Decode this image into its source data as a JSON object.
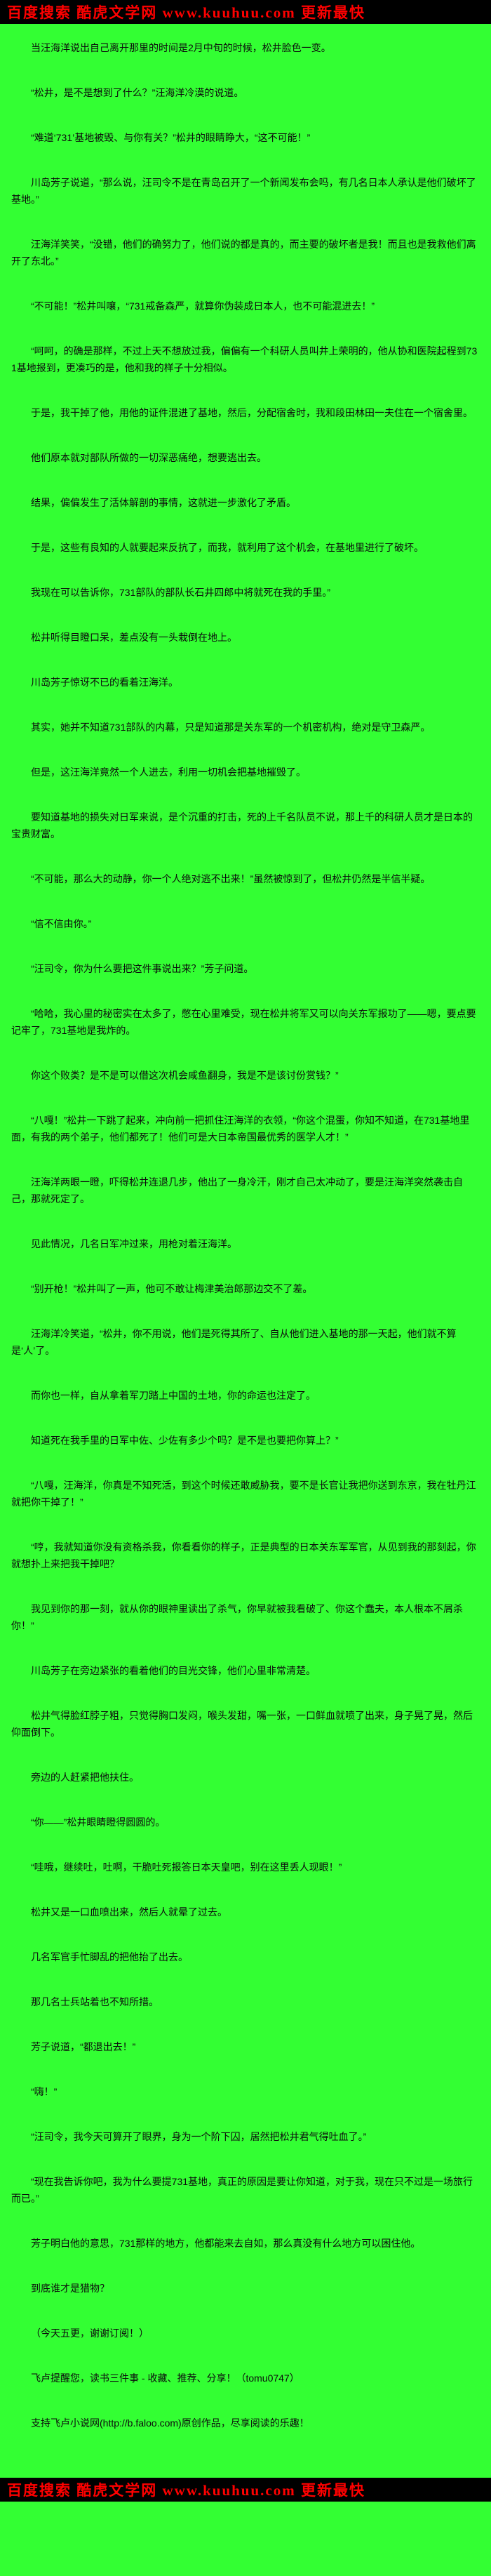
{
  "banner": {
    "text": "百度搜索 酷虎文学网 www.kuuhuu.com 更新最快"
  },
  "footer_banner": {
    "text": "百度搜索 酷虎文学网 www.kuuhuu.com 更新最快"
  },
  "colors": {
    "background": "#33ff33",
    "banner_bg": "#000000",
    "banner_text": "#ff0000",
    "body_text": "#0c0c0c"
  },
  "content": {
    "paragraphs": [
      "当汪海洋说出自己离开那里的时间是2月中旬的时候，松井脸色一变。",
      "“松井，是不是想到了什么？”汪海洋冷漠的说道。",
      "“难道‘731’基地被毁、与你有关？”松井的眼睛睁大，“这不可能！”",
      "川岛芳子说道，“那么说，汪司令不是在青岛召开了一个新闻发布会吗，有几名日本人承认是他们破坏了基地。”",
      "汪海洋笑笑，“没错，他们的确努力了，他们说的都是真的，而主要的破坏者是我！而且也是我救他们离开了东北。”",
      "“不可能！”松井叫嚷，“731戒备森严，就算你伪装成日本人，也不可能混进去！”",
      "“呵呵，的确是那样，不过上天不想放过我，偏偏有一个科研人员叫井上荣明的，他从协和医院起程到731基地报到，更凑巧的是，他和我的样子十分相似。",
      "于是，我干掉了他，用他的证件混进了基地，然后，分配宿舍时，我和段田林田一夫住在一个宿舍里。",
      "他们原本就对部队所做的一切深恶痛绝，想要逃出去。",
      "结果，偏偏发生了活体解剖的事情，这就进一步激化了矛盾。",
      "于是，这些有良知的人就要起来反抗了，而我，就利用了这个机会，在基地里进行了破坏。",
      "我现在可以告诉你，731部队的部队长石井四郎中将就死在我的手里。”",
      "松井听得目瞪口呆，差点没有一头栽倒在地上。",
      "川岛芳子惊讶不已的看着汪海洋。",
      "其实，她并不知道731部队的内幕，只是知道那是关东军的一个机密机构，绝对是守卫森严。",
      "但是，这汪海洋竟然一个人进去，利用一切机会把基地摧毁了。",
      "要知道基地的损失对日军来说，是个沉重的打击，死的上千名队员不说，那上千的科研人员才是日本的宝贵财富。",
      "“不可能，那么大的动静，你一个人绝对逃不出来！”虽然被惊到了，但松井仍然是半信半疑。",
      "“信不信由你。”",
      "“汪司令，你为什么要把这件事说出来？”芳子问道。",
      "“哈哈，我心里的秘密实在太多了，憋在心里难受，现在松井将军又可以向关东军报功了——嗯，要点要记牢了，731基地是我炸的。",
      "你这个败类？是不是可以借这次机会咸鱼翻身，我是不是该讨份赏钱？”",
      "“八嘎！”松井一下跳了起来，冲向前一把抓住汪海洋的衣领，“你这个混蛋，你知不知道，在731基地里面，有我的两个弟子，他们都死了！他们可是大日本帝国最优秀的医学人才！”",
      "汪海洋两眼一瞪，吓得松井连退几步，他出了一身冷汗，刚才自己太冲动了，要是汪海洋突然袭击自己，那就死定了。",
      "见此情况，几名日军冲过来，用枪对着汪海洋。",
      "“别开枪！”松井叫了一声，他可不敢让梅津美治郎那边交不了差。",
      "汪海洋冷笑道，“松井，你不用说，他们是死得其所了、自从他们进入基地的那一天起，他们就不算是‘人’了。",
      "而你也一样，自从拿着军刀踏上中国的土地，你的命运也注定了。",
      "知道死在我手里的日军中佐、少佐有多少个吗？是不是也要把你算上？”",
      "“八嘎，汪海洋，你真是不知死活，到这个时候还敢威胁我，要不是长官让我把你送到东京，我在牡丹江就把你干掉了！”",
      "“哼，我就知道你没有资格杀我，你看看你的样子，正是典型的日本关东军军官，从见到我的那刻起，你就想扑上来把我干掉吧？",
      "我见到你的那一刻，就从你的眼神里读出了杀气，你早就被我看破了、你这个蠢夫，本人根本不屑杀你！”",
      "川岛芳子在旁边紧张的看着他们的目光交锋，他们心里非常清楚。",
      "松井气得脸红脖子粗，只觉得胸口发闷，喉头发甜，嘴一张，一口鲜血就喷了出来，身子晃了晃，然后仰面倒下。",
      "旁边的人赶紧把他扶住。",
      "“你——”松井眼睛瞪得圆圆的。",
      "“哇哦，继续吐，吐啊，干脆吐死报答日本天皇吧，别在这里丢人现眼！”",
      "松井又是一口血喷出来，然后人就晕了过去。",
      "几名军官手忙脚乱的把他抬了出去。",
      "那几名士兵站着也不知所措。",
      "芳子说道，“都退出去！”",
      "“嗨！”",
      "“汪司令，我今天可算开了眼界，身为一个阶下囚，居然把松井君气得吐血了。”",
      "“现在我告诉你吧，我为什么要提731基地，真正的原因是要让你知道，对于我，现在只不过是一场旅行而已。”",
      "芳子明白他的意思，731那样的地方，他都能来去自如，那么真没有什么地方可以困住他。",
      "到底谁才是猎物？",
      "（今天五更，谢谢订阅！）"
    ],
    "footer_notes": [
      "飞卢提醒您，读书三件事 - 收藏、推荐、分享！（tomu0747）",
      "支持飞卢小说网(http://b.faloo.com)原创作品，尽享阅读的乐趣！"
    ]
  }
}
